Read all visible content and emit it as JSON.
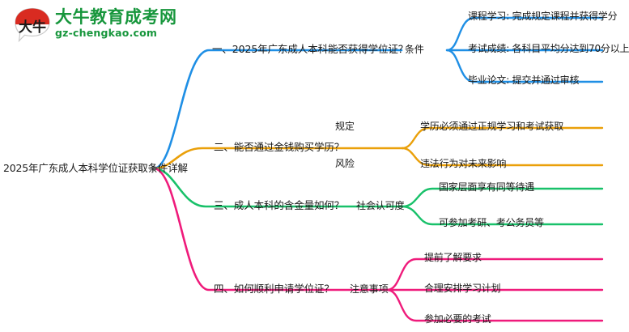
{
  "brand": {
    "logo_mark_text": "大牛",
    "name_cn": "大牛教育成考网",
    "name_en": "gz-chengkao.com",
    "green": "#17963c",
    "red": "#d92b21"
  },
  "mindmap": {
    "root": {
      "label": "2025年广东成人本科学位证获取条件详解"
    },
    "branches": [
      {
        "color": "#1f8fe5",
        "topic": "一、2025年广东成人本科能否获得学位证？",
        "sub": "条件",
        "leaves": [
          "课程学习: 完成规定课程并获得学分",
          "考试成绩: 各科目平均分达到70分以上",
          "毕业论文: 提交并通过审核"
        ]
      },
      {
        "color": "#eaa00a",
        "topic": "二、能否通过金钱购买学历？",
        "sub_groups": [
          {
            "sub": "规定",
            "leaves": [
              "学历必须通过正规学习和考试获取"
            ]
          },
          {
            "sub": "风险",
            "leaves": [
              "违法行为对未来影响"
            ]
          }
        ]
      },
      {
        "color": "#19c16a",
        "topic": "三、成人本科的含金量如何？",
        "sub": "社会认可度",
        "leaves": [
          "国家层面享有同等待遇",
          "可参加考研、考公务员等"
        ]
      },
      {
        "color": "#ef1b7b",
        "topic": "四、如何顺利申请学位证？",
        "sub": "注意事项",
        "leaves": [
          "提前了解要求",
          "合理安排学习计划",
          "参加必要的考试"
        ]
      }
    ]
  }
}
